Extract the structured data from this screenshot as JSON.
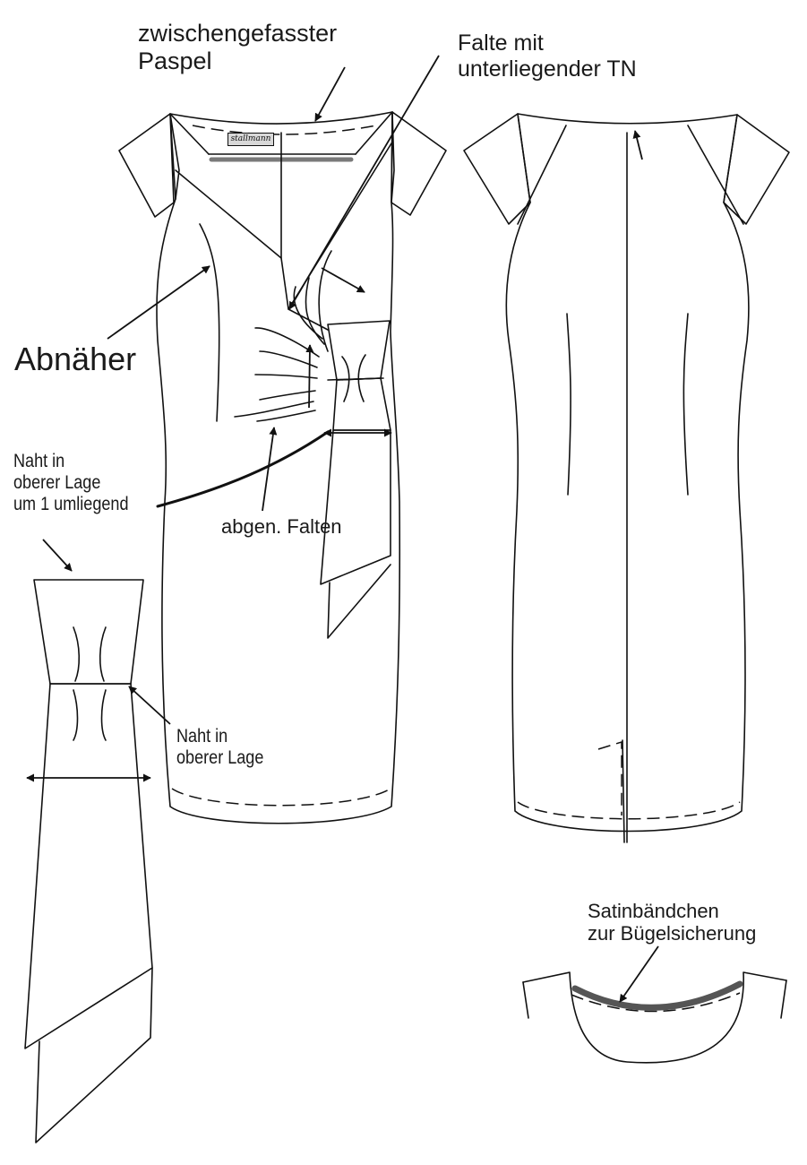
{
  "labels": {
    "paspel": "zwischengefasster\nPaspel",
    "falte": "Falte mit\nunterliegender TN",
    "abnaeher": "Abnäher",
    "naht_oben_umliegend": "Naht in\noberer Lage\num 1 umliegend",
    "abgen_falten": "abgen. Falten",
    "naht_oben": "Naht in\noberer Lage",
    "satin": "Satinbändchen\nzur Bügelsicherung"
  },
  "brand_label": "stallmann",
  "colors": {
    "line": "#111111",
    "piping": "#7a7a7a",
    "satin_tape": "#555555",
    "background": "#ffffff"
  }
}
